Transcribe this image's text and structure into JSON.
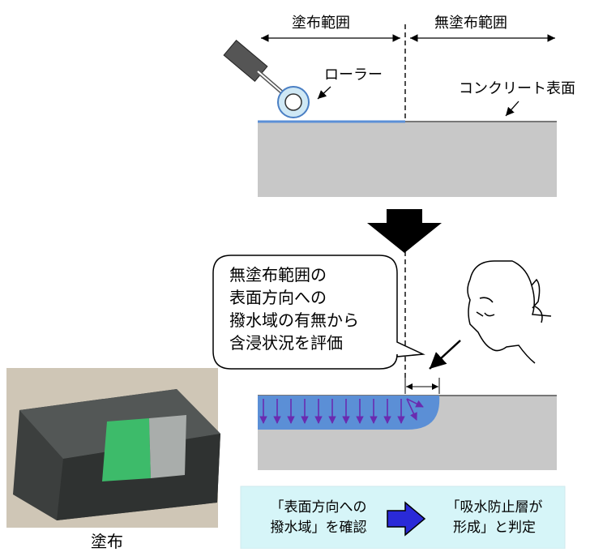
{
  "labels": {
    "coated_range": "塗布範囲",
    "uncoated_range": "無塗布範囲",
    "roller": "ローラー",
    "concrete_surface": "コンクリート表面",
    "photo_caption": "塗布"
  },
  "bubble": {
    "lines": [
      "無塗布範囲の",
      "表面方向への",
      "撥水域の有無から",
      "含浸状況を評価"
    ]
  },
  "result_box": {
    "left_lines": [
      "「表面方向への",
      "撥水域」を確認"
    ],
    "right_lines": [
      "「吸水防止層が",
      "形成」と判定"
    ]
  },
  "colors": {
    "coating_blue": "#5b8fd6",
    "concrete_gray": "#c8c8c8",
    "arrow_purple": "#6a2bb0",
    "box_bg": "#d6f5f8",
    "box_arrow": "#2a2ad8",
    "green_coating": "#3dbb6a"
  }
}
